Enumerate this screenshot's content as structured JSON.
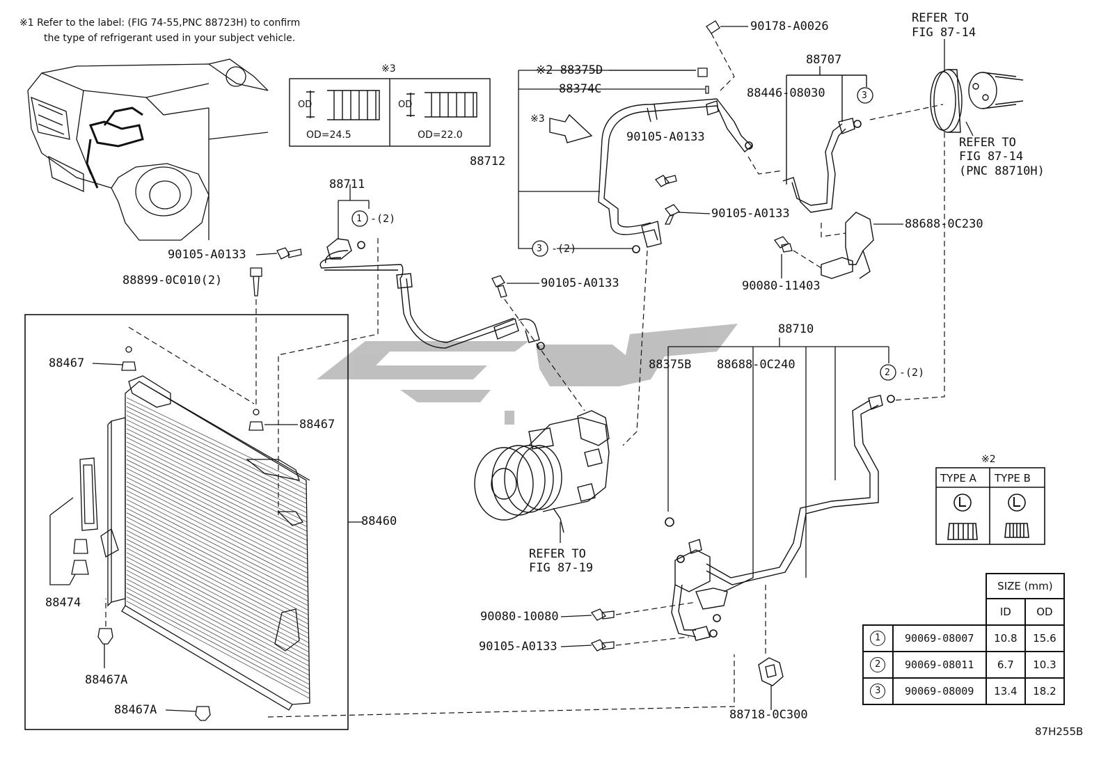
{
  "notes": {
    "note1_mark": "※1",
    "note1_line1": "Refer to the label: (FIG 74-55,PNC 88723H) to confirm",
    "note1_line2": "the type of refrigerant used in your subject vehicle."
  },
  "od_box": {
    "mark": "※3",
    "od_label": "OD",
    "left_value": "OD=24.5",
    "right_value": "OD=22.0"
  },
  "callouts": {
    "p88711": "88711",
    "c1_qty": "1",
    "qty2": "-(2)",
    "p90105_a": "90105-A0133",
    "p88899": "88899-0C010(2)",
    "p88467_a": "88467",
    "p88467_b": "88467",
    "p88474": "88474",
    "p88467A_a": "88467A",
    "p88467A_b": "88467A",
    "p88460": "88460",
    "p90105_b": "90105-A0133",
    "refer_1919_a": "REFER TO",
    "refer_1919_b": "FIG 87-19",
    "p88375D": "※2 88375D",
    "p88374C": "88374C",
    "mark3": "※3",
    "p88712": "88712",
    "p90105_c": "90105-A0133",
    "p90105_d": "90105-A0133",
    "c3_qty": "3",
    "p90178": "90178-A0026",
    "p88707": "88707",
    "p88446": "88446-08030",
    "c3b": "3",
    "refer_8714_top_a": "REFER TO",
    "refer_8714_top_b": "FIG 87-14",
    "refer_8714_r_a": "REFER TO",
    "refer_8714_r_b": "FIG 87-14",
    "refer_8714_r_c": "(PNC 88710H)",
    "p88688_0C230": "88688-0C230",
    "p90080_11403": "90080-11403",
    "p88710": "88710",
    "p88375B": "88375B",
    "p88688_0C240": "88688-0C240",
    "c2_qty": "2",
    "p90080_10080": "90080-10080",
    "p90105_e": "90105-A0133",
    "p88718": "88718-0C300",
    "fig_code": "87H255B"
  },
  "type_box": {
    "mark": "※2",
    "type_a": "TYPE A",
    "type_b": "TYPE B"
  },
  "size_table": {
    "title": "SIZE (mm)",
    "col_id": "ID",
    "col_od": "OD",
    "rows": [
      {
        "no": "1",
        "part": "90069-08007",
        "id": "10.8",
        "od": "15.6"
      },
      {
        "no": "2",
        "part": "90069-08011",
        "id": "6.7",
        "od": "10.3"
      },
      {
        "no": "3",
        "part": "90069-08009",
        "id": "13.4",
        "od": "18.2"
      }
    ]
  }
}
